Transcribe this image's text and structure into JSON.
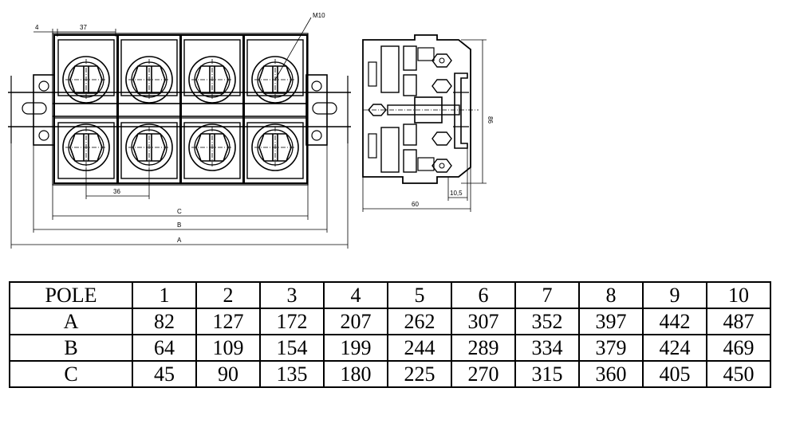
{
  "drawing": {
    "dims": {
      "dim_4": "4",
      "dim_37": "37",
      "dim_m10": "M10",
      "dim_36": "36",
      "dim_c": "C",
      "dim_b": "B",
      "dim_a": "A",
      "dim_86": "86",
      "dim_10_5": "10,5",
      "dim_60": "60"
    }
  },
  "table": {
    "header": {
      "label": "POLE",
      "cells": [
        "1",
        "2",
        "3",
        "4",
        "5",
        "6",
        "7",
        "8",
        "9",
        "10"
      ]
    },
    "rows": [
      {
        "label": "A",
        "cells": [
          "82",
          "127",
          "172",
          "207",
          "262",
          "307",
          "352",
          "397",
          "442",
          "487"
        ]
      },
      {
        "label": "B",
        "cells": [
          "64",
          "109",
          "154",
          "199",
          "244",
          "289",
          "334",
          "379",
          "424",
          "469"
        ]
      },
      {
        "label": "C",
        "cells": [
          "45",
          "90",
          "135",
          "180",
          "225",
          "270",
          "315",
          "360",
          "405",
          "450"
        ]
      }
    ]
  }
}
